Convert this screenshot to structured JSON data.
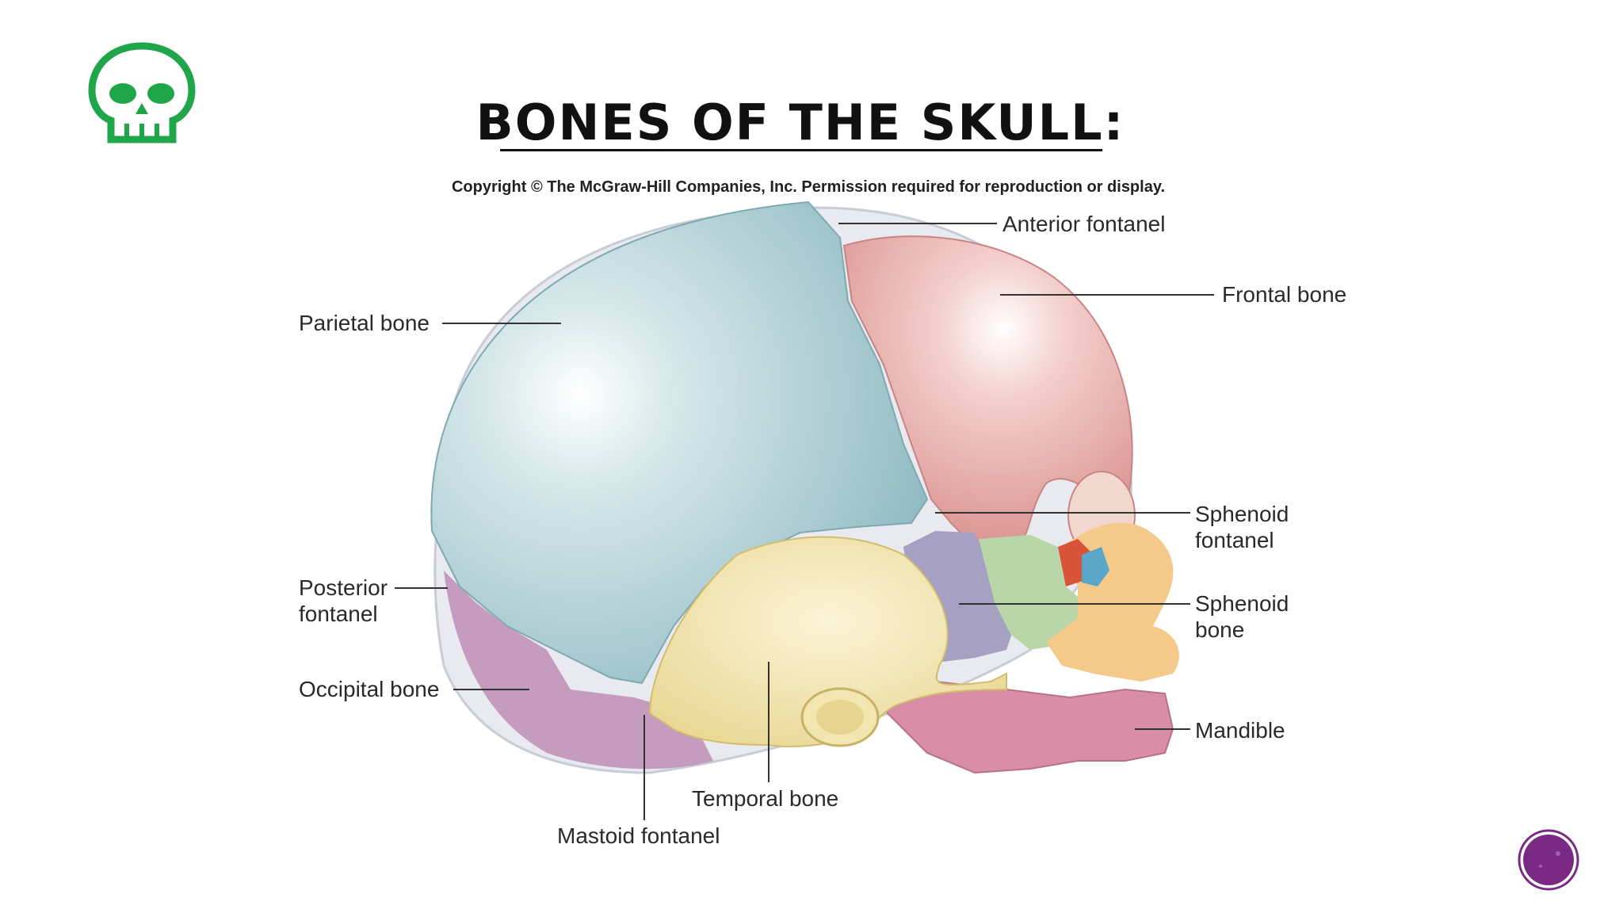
{
  "slide": {
    "title": "BONES OF THE SKULL:",
    "copyright": "Copyright © The McGraw-Hill Companies, Inc. Permission required for reproduction or display.",
    "icon": "skull-icon",
    "nav_icon": "purple-circle-button"
  },
  "labels": {
    "anterior_fontanel": "Anterior fontanel",
    "frontal_bone": "Frontal bone",
    "parietal_bone": "Parietal bone",
    "sphenoid_fontanel_1": "Sphenoid",
    "sphenoid_fontanel_2": "fontanel",
    "posterior_fontanel_1": "Posterior",
    "posterior_fontanel_2": "fontanel",
    "sphenoid_bone_1": "Sphenoid",
    "sphenoid_bone_2": "bone",
    "occipital_bone": "Occipital bone",
    "mandible": "Mandible",
    "temporal_bone": "Temporal bone",
    "mastoid_fontanel": "Mastoid fontanel"
  },
  "colors": {
    "parietal": "#a9c9cf",
    "frontal": "#e4a9a6",
    "temporal": "#f1e2a6",
    "occipital": "#c59cbf",
    "sphenoid": "#a6a0c3",
    "zygomatic": "#f4c98a",
    "maxilla_green": "#b8d6a8",
    "mandible": "#d98ea8",
    "fontanel": "#e8eaf0",
    "logo_green": "#1fa64a",
    "nav_purple": "#7a2a85"
  }
}
